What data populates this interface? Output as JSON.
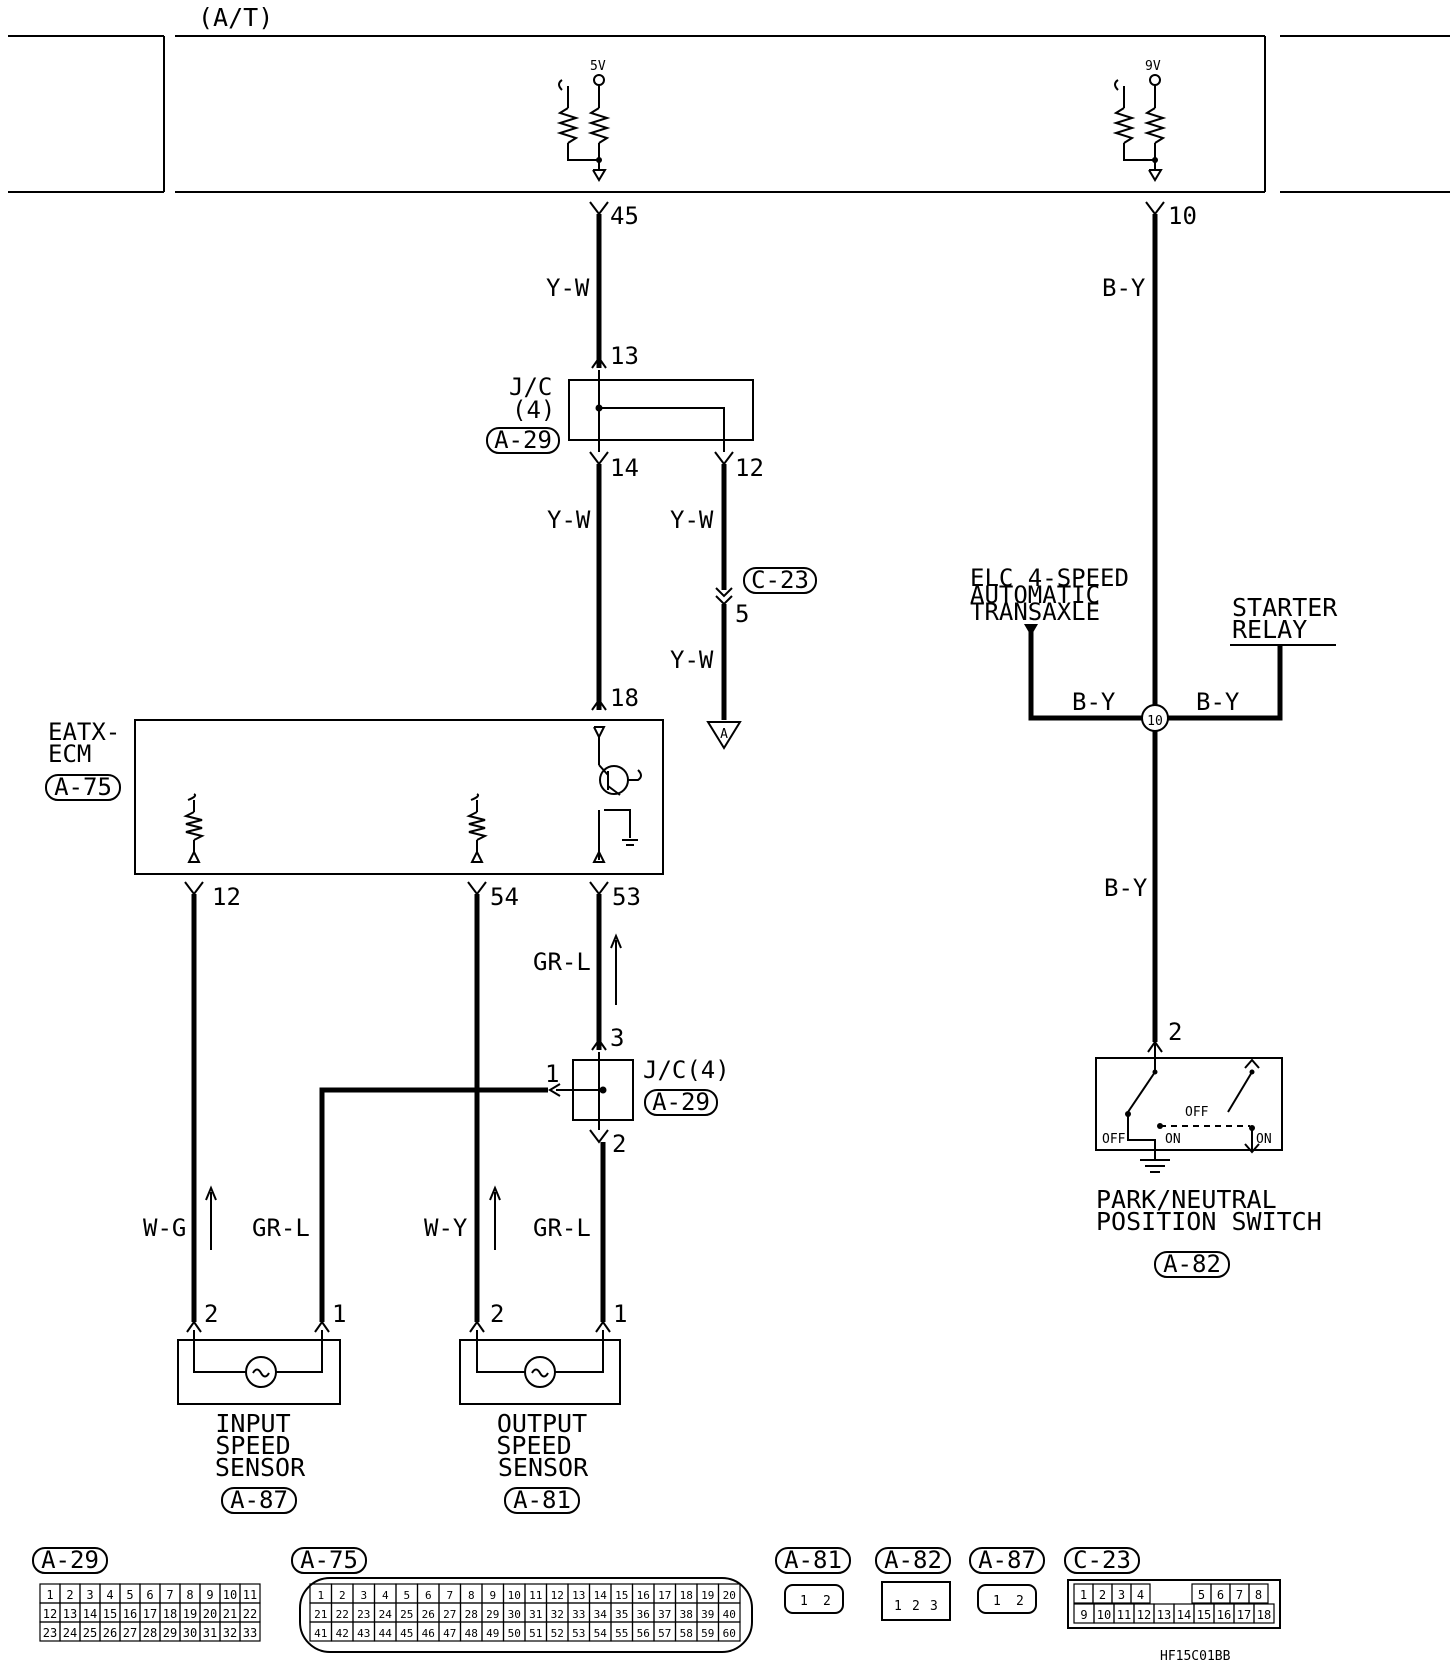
{
  "header": {
    "section": "(A/T)"
  },
  "voltages": {
    "v5": "5V",
    "v9": "9V"
  },
  "components": {
    "jc_top": {
      "name_line1": "J/C",
      "name_line2": "(4)",
      "code": "A-29"
    },
    "eatx_ecm": {
      "name_line1": "EATX-",
      "name_line2": "ECM",
      "code": "A-75"
    },
    "jc_lower": {
      "name": "J/C(4)",
      "code": "A-29"
    },
    "c23": {
      "code": "C-23"
    },
    "elc": {
      "line1": "ELC 4-SPEED",
      "line2": "AUTOMATIC",
      "line3": "TRANSAXLE"
    },
    "starter_relay": {
      "line1": "STARTER",
      "line2": "RELAY"
    },
    "pn_switch": {
      "line1": "PARK/NEUTRAL",
      "line2": "POSITION SWITCH",
      "code": "A-82",
      "off": "OFF",
      "on": "ON"
    },
    "input_sensor": {
      "line1": "INPUT",
      "line2": "SPEED",
      "line3": "SENSOR",
      "code": "A-87"
    },
    "output_sensor": {
      "line1": "OUTPUT",
      "line2": "SPEED",
      "line3": "SENSOR",
      "code": "A-81"
    },
    "offpage": {
      "label": "A"
    }
  },
  "wires": {
    "yw": "Y-W",
    "by": "B-Y",
    "grl": "GR-L",
    "wg": "W-G",
    "wy": "W-Y"
  },
  "pins": {
    "p45": "45",
    "p10": "10",
    "p13": "13",
    "p14": "14",
    "p12": "12",
    "p5": "5",
    "p18": "18",
    "p53": "53",
    "p54": "54",
    "p12b": "12",
    "p3": "3",
    "p1": "1",
    "p2": "2",
    "p2sw": "2",
    "node10": "10",
    "is2": "2",
    "is1": "1",
    "os2": "2",
    "os1": "1"
  },
  "connectors": {
    "a29": {
      "code": "A-29",
      "rows": [
        [
          "1",
          "2",
          "3",
          "4",
          "5",
          "6",
          "7",
          "8",
          "9",
          "10",
          "11"
        ],
        [
          "12",
          "13",
          "14",
          "15",
          "16",
          "17",
          "18",
          "19",
          "20",
          "21",
          "22"
        ],
        [
          "23",
          "24",
          "25",
          "26",
          "27",
          "28",
          "29",
          "30",
          "31",
          "32",
          "33"
        ]
      ]
    },
    "a75": {
      "code": "A-75",
      "rows": [
        [
          "1",
          "2",
          "3",
          "4",
          "5",
          "6",
          "7",
          "8",
          "9",
          "10",
          "11",
          "12",
          "13",
          "14",
          "15",
          "16",
          "17",
          "18",
          "19",
          "20"
        ],
        [
          "21",
          "22",
          "23",
          "24",
          "25",
          "26",
          "27",
          "28",
          "29",
          "30",
          "31",
          "32",
          "33",
          "34",
          "35",
          "36",
          "37",
          "38",
          "39",
          "40"
        ],
        [
          "41",
          "42",
          "43",
          "44",
          "45",
          "46",
          "47",
          "48",
          "49",
          "50",
          "51",
          "52",
          "53",
          "54",
          "55",
          "56",
          "57",
          "58",
          "59",
          "60"
        ]
      ]
    },
    "a81": {
      "code": "A-81",
      "pins": [
        "1",
        "2"
      ]
    },
    "a82": {
      "code": "A-82",
      "pins": [
        "1",
        "2",
        "3"
      ]
    },
    "a87": {
      "code": "A-87",
      "pins": [
        "1",
        "2"
      ]
    },
    "c23": {
      "code": "C-23",
      "rows": [
        [
          "1",
          "2",
          "3",
          "4",
          "5",
          "6",
          "7",
          "8"
        ],
        [
          "9",
          "10",
          "11",
          "12",
          "13",
          "14",
          "15",
          "16",
          "17",
          "18"
        ]
      ]
    }
  },
  "footer": {
    "code": "HF15C01BB"
  }
}
